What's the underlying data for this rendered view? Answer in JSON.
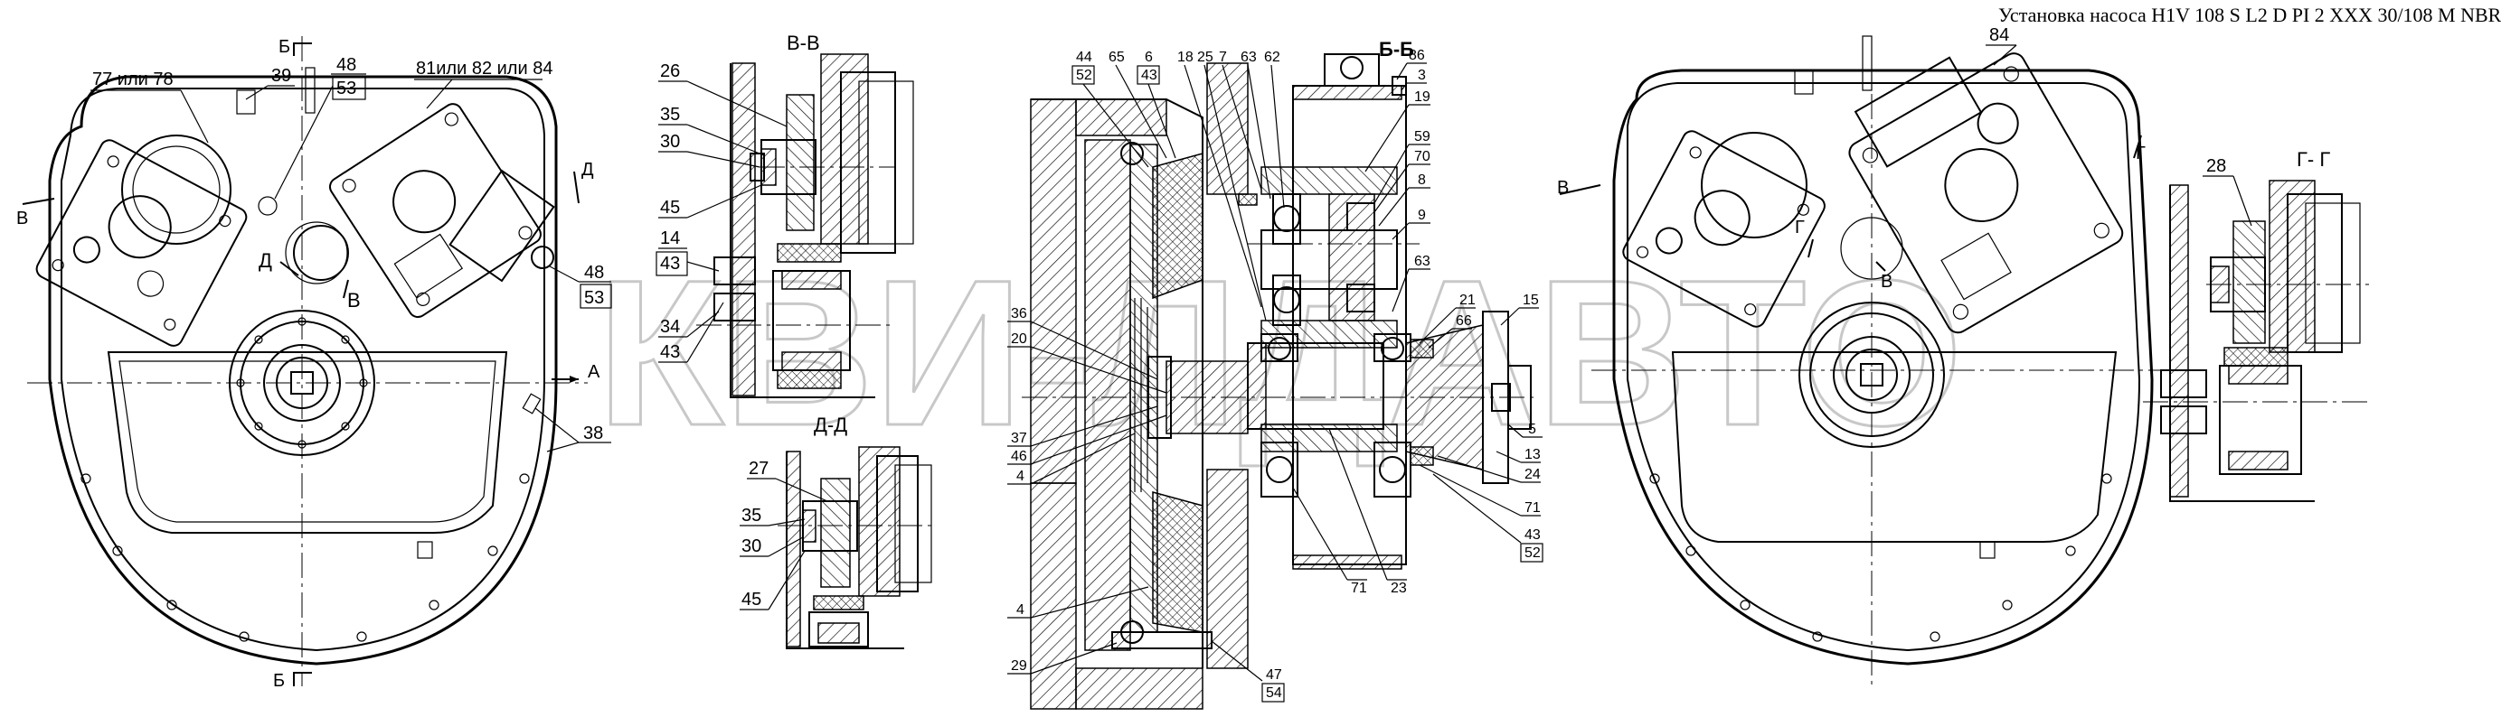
{
  "title": "Установка насоса H1V 108 S L2 D PI 2 XXX 30/108 M NBR",
  "watermark": "КВИ-ЛДАВТО",
  "section_labels": {
    "bb_top": "Б",
    "bb_bottom": "Б",
    "v_left": "В",
    "a_right": "А",
    "d_right": "Д",
    "d_center": "Д",
    "v_center": "В",
    "vv": "В-В",
    "dd": "Д-Д",
    "bb": "Б-Б",
    "gg": "Г- Г",
    "v_left2": "В",
    "g_center": "Г",
    "v_center2": "В",
    "g_right": "Г"
  },
  "view1_callouts": {
    "c77": "77 или 78",
    "c39": "39",
    "c48a": "48",
    "c53a": "53",
    "c8184": "81или 82 или 84",
    "c48b": "48",
    "c53b": "53",
    "c38": "38"
  },
  "vv_callouts": {
    "c26": "26",
    "c35": "35",
    "c30": "30",
    "c45": "45",
    "c14": "14",
    "c43a": "43",
    "c34": "34",
    "c43b": "43"
  },
  "dd_callouts": {
    "c27": "27",
    "c35": "35",
    "c30": "30",
    "c45": "45"
  },
  "bb_callouts": {
    "c44": "44",
    "c52a": "52",
    "c65": "65",
    "c6": "6",
    "c43a": "43",
    "c18": "18",
    "c25": "25",
    "c7": "7",
    "c63a": "63",
    "c62": "62",
    "c86": "86",
    "c3": "3",
    "c19": "19",
    "c59": "59",
    "c70": "70",
    "c8": "8",
    "c9": "9",
    "c63b": "63",
    "c21": "21",
    "c66": "66",
    "c15": "15",
    "c5": "5",
    "c13": "13",
    "c24": "24",
    "c71a": "71",
    "c43b": "43",
    "c52b": "52",
    "c36": "36",
    "c20": "20",
    "c37": "37",
    "c46": "46",
    "c4a": "4",
    "c4b": "4",
    "c29": "29",
    "c71b": "71",
    "c23": "23",
    "c47": "47",
    "c54": "54"
  },
  "view4_callouts": {
    "c84": "84",
    "c28": "28"
  }
}
